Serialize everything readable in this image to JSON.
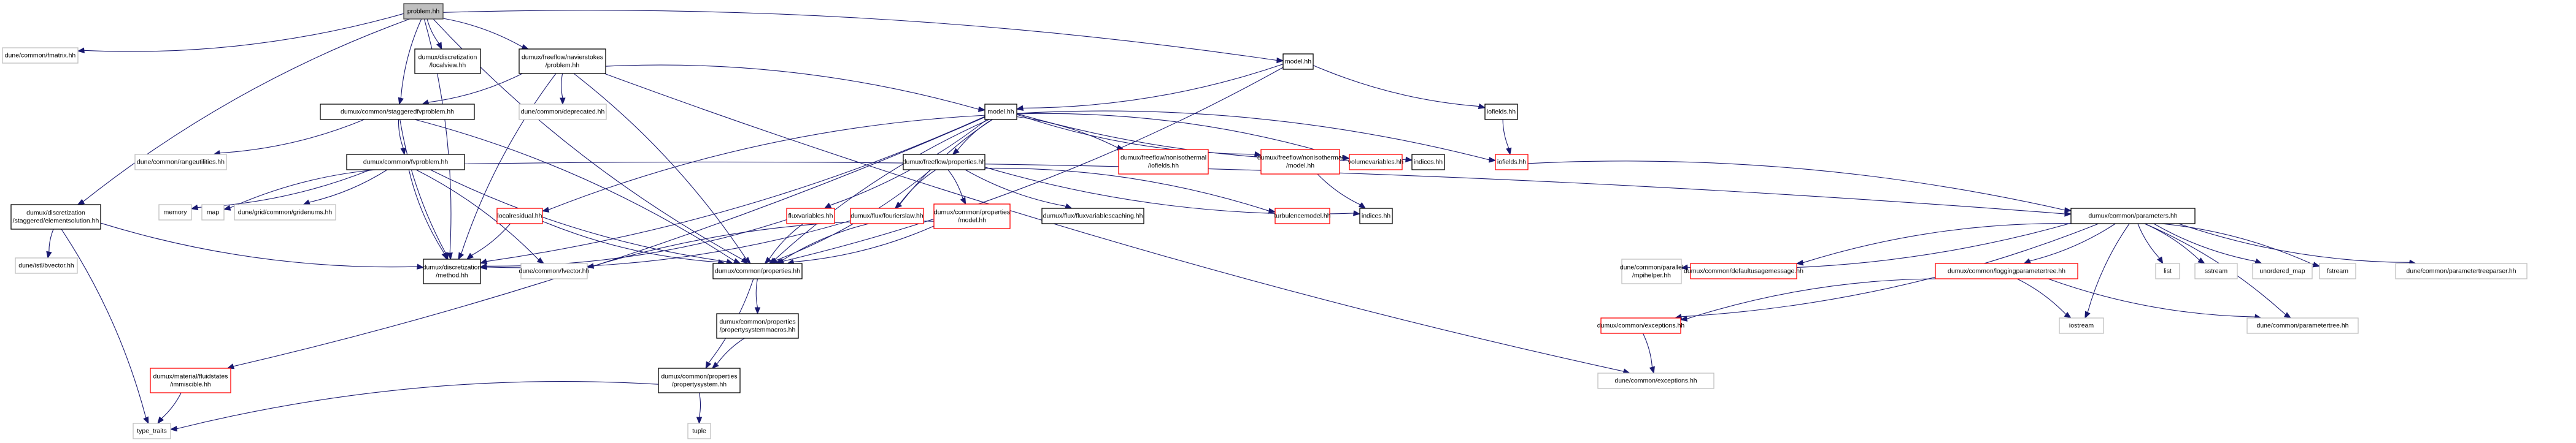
{
  "graph": {
    "title": "problem.hh",
    "colors": {
      "edge": "#191970",
      "current_fill": "#bfbfbf",
      "internal_border": "#000000",
      "external_border": "#bfbfbf",
      "missing_border": "#ff0000"
    },
    "nodes": [
      {
        "id": "problem",
        "kind": "current",
        "lines": [
          "problem.hh"
        ]
      },
      {
        "id": "fmatrix",
        "kind": "external",
        "lines": [
          "dune/common/fmatrix.hh"
        ]
      },
      {
        "id": "localview",
        "kind": "internal",
        "lines": [
          "dumux/discretization",
          "/localview.hh"
        ]
      },
      {
        "id": "nsproblem",
        "kind": "internal",
        "lines": [
          "dumux/freeflow/navierstokes",
          "/problem.hh"
        ]
      },
      {
        "id": "staggeredfv",
        "kind": "internal",
        "lines": [
          "dumux/common/staggeredfvproblem.hh"
        ]
      },
      {
        "id": "deprecated",
        "kind": "external",
        "lines": [
          "dune/common/deprecated.hh"
        ]
      },
      {
        "id": "model_top",
        "kind": "internal",
        "lines": [
          "model.hh"
        ]
      },
      {
        "id": "model_mid",
        "kind": "internal",
        "lines": [
          "model.hh"
        ]
      },
      {
        "id": "iofields_black",
        "kind": "internal",
        "lines": [
          "iofields.hh"
        ]
      },
      {
        "id": "rangeutilities",
        "kind": "external",
        "lines": [
          "dune/common/rangeutilities.hh"
        ]
      },
      {
        "id": "fvproblem",
        "kind": "internal",
        "lines": [
          "dumux/common/fvproblem.hh"
        ]
      },
      {
        "id": "ffproperties",
        "kind": "internal",
        "lines": [
          "dumux/freeflow/properties.hh"
        ]
      },
      {
        "id": "noniso_iofields",
        "kind": "missing",
        "lines": [
          "dumux/freeflow/nonisothermal",
          "/iofields.hh"
        ]
      },
      {
        "id": "noniso_model",
        "kind": "missing",
        "lines": [
          "dumux/freeflow/nonisothermal",
          "/model.hh"
        ]
      },
      {
        "id": "volumevariables",
        "kind": "missing",
        "lines": [
          "volumevariables.hh"
        ]
      },
      {
        "id": "indices_top",
        "kind": "internal",
        "lines": [
          "indices.hh"
        ]
      },
      {
        "id": "iofields_red",
        "kind": "missing",
        "lines": [
          "iofields.hh"
        ]
      },
      {
        "id": "elementsolution",
        "kind": "internal",
        "lines": [
          "dumux/discretization",
          "/staggered/elementsolution.hh"
        ]
      },
      {
        "id": "memory",
        "kind": "external",
        "lines": [
          "memory"
        ]
      },
      {
        "id": "map",
        "kind": "external",
        "lines": [
          "map"
        ]
      },
      {
        "id": "gridenums",
        "kind": "external",
        "lines": [
          "dune/grid/common/gridenums.hh"
        ]
      },
      {
        "id": "localresidual",
        "kind": "missing",
        "lines": [
          "localresidual.hh"
        ]
      },
      {
        "id": "fluxvariables",
        "kind": "missing",
        "lines": [
          "fluxvariables.hh"
        ]
      },
      {
        "id": "fourierslaw",
        "kind": "missing",
        "lines": [
          "dumux/flux/fourierslaw.hh"
        ]
      },
      {
        "id": "propmodel",
        "kind": "missing",
        "lines": [
          "dumux/common/properties",
          "/model.hh"
        ]
      },
      {
        "id": "fluxvarcaching",
        "kind": "internal",
        "lines": [
          "dumux/flux/fluxvariablescaching.hh"
        ]
      },
      {
        "id": "turbulencemodel",
        "kind": "missing",
        "lines": [
          "turbulencemodel.hh"
        ]
      },
      {
        "id": "indices_mid",
        "kind": "internal",
        "lines": [
          "indices.hh"
        ]
      },
      {
        "id": "parameters",
        "kind": "internal",
        "lines": [
          "dumux/common/parameters.hh"
        ]
      },
      {
        "id": "bvector",
        "kind": "external",
        "lines": [
          "dune/istl/bvector.hh"
        ]
      },
      {
        "id": "method",
        "kind": "internal",
        "lines": [
          "dumux/discretization",
          "/method.hh"
        ]
      },
      {
        "id": "fvector",
        "kind": "external",
        "lines": [
          "dune/common/fvector.hh"
        ]
      },
      {
        "id": "properties",
        "kind": "internal",
        "lines": [
          "dumux/common/properties.hh"
        ]
      },
      {
        "id": "mpihelper",
        "kind": "external",
        "lines": [
          "dune/common/parallel",
          "/mpihelper.hh"
        ]
      },
      {
        "id": "defaultusage",
        "kind": "missing",
        "lines": [
          "dumux/common/defaultusagemessage.hh"
        ]
      },
      {
        "id": "loggingpt",
        "kind": "missing",
        "lines": [
          "dumux/common/loggingparametertree.hh"
        ]
      },
      {
        "id": "list",
        "kind": "external",
        "lines": [
          "list"
        ]
      },
      {
        "id": "sstream",
        "kind": "external",
        "lines": [
          "sstream"
        ]
      },
      {
        "id": "unordered_map",
        "kind": "external",
        "lines": [
          "unordered_map"
        ]
      },
      {
        "id": "fstream",
        "kind": "external",
        "lines": [
          "fstream"
        ]
      },
      {
        "id": "ptparser",
        "kind": "external",
        "lines": [
          "dune/common/parametertreeparser.hh"
        ]
      },
      {
        "id": "dumux_exceptions",
        "kind": "missing",
        "lines": [
          "dumux/common/exceptions.hh"
        ]
      },
      {
        "id": "iostream",
        "kind": "external",
        "lines": [
          "iostream"
        ]
      },
      {
        "id": "parametertree",
        "kind": "external",
        "lines": [
          "dune/common/parametertree.hh"
        ]
      },
      {
        "id": "propsysmacros",
        "kind": "internal",
        "lines": [
          "dumux/common/properties",
          "/propertysystemmacros.hh"
        ]
      },
      {
        "id": "propsystem",
        "kind": "internal",
        "lines": [
          "dumux/common/properties",
          "/propertysystem.hh"
        ]
      },
      {
        "id": "immiscible",
        "kind": "missing",
        "lines": [
          "dumux/material/fluidstates",
          "/immiscible.hh"
        ]
      },
      {
        "id": "type_traits",
        "kind": "external",
        "lines": [
          "type_traits"
        ]
      },
      {
        "id": "tuple",
        "kind": "external",
        "lines": [
          "tuple"
        ]
      },
      {
        "id": "dune_exceptions",
        "kind": "external",
        "lines": [
          "dune/common/exceptions.hh"
        ]
      }
    ],
    "edges": [
      [
        "problem",
        "fmatrix"
      ],
      [
        "problem",
        "localview"
      ],
      [
        "problem",
        "nsproblem"
      ],
      [
        "problem",
        "staggeredfv"
      ],
      [
        "problem",
        "model_top"
      ],
      [
        "problem",
        "elementsolution"
      ],
      [
        "problem",
        "method"
      ],
      [
        "problem",
        "properties"
      ],
      [
        "nsproblem",
        "staggeredfv"
      ],
      [
        "nsproblem",
        "deprecated"
      ],
      [
        "nsproblem",
        "model_mid"
      ],
      [
        "nsproblem",
        "method"
      ],
      [
        "nsproblem",
        "properties"
      ],
      [
        "nsproblem",
        "dune_exceptions"
      ],
      [
        "staggeredfv",
        "rangeutilities"
      ],
      [
        "staggeredfv",
        "fvproblem"
      ],
      [
        "staggeredfv",
        "properties"
      ],
      [
        "staggeredfv",
        "method"
      ],
      [
        "model_top",
        "model_mid"
      ],
      [
        "model_top",
        "iofields_black"
      ],
      [
        "model_top",
        "properties"
      ],
      [
        "iofields_black",
        "iofields_red"
      ],
      [
        "fvproblem",
        "memory"
      ],
      [
        "fvproblem",
        "map"
      ],
      [
        "fvproblem",
        "gridenums"
      ],
      [
        "fvproblem",
        "method"
      ],
      [
        "fvproblem",
        "fvector"
      ],
      [
        "fvproblem",
        "properties"
      ],
      [
        "fvproblem",
        "parameters"
      ],
      [
        "model_mid",
        "ffproperties"
      ],
      [
        "model_mid",
        "noniso_iofields"
      ],
      [
        "model_mid",
        "noniso_model"
      ],
      [
        "model_mid",
        "volumevariables"
      ],
      [
        "model_mid",
        "indices_top"
      ],
      [
        "model_mid",
        "iofields_red"
      ],
      [
        "model_mid",
        "localresidual"
      ],
      [
        "model_mid",
        "fluxvariables"
      ],
      [
        "model_mid",
        "fourierslaw"
      ],
      [
        "model_mid",
        "method"
      ],
      [
        "model_mid",
        "properties"
      ],
      [
        "model_mid",
        "immiscible"
      ],
      [
        "ffproperties",
        "fourierslaw"
      ],
      [
        "ffproperties",
        "propmodel"
      ],
      [
        "ffproperties",
        "fluxvarcaching"
      ],
      [
        "ffproperties",
        "turbulencemodel"
      ],
      [
        "ffproperties",
        "indices_mid"
      ],
      [
        "ffproperties",
        "properties"
      ],
      [
        "noniso_model",
        "indices_mid"
      ],
      [
        "iofields_red",
        "parameters"
      ],
      [
        "elementsolution",
        "bvector"
      ],
      [
        "elementsolution",
        "type_traits"
      ],
      [
        "elementsolution",
        "method"
      ],
      [
        "localresidual",
        "method"
      ],
      [
        "localresidual",
        "properties"
      ],
      [
        "fluxvariables",
        "method"
      ],
      [
        "fluxvariables",
        "properties"
      ],
      [
        "fourierslaw",
        "method"
      ],
      [
        "fourierslaw",
        "properties"
      ],
      [
        "propmodel",
        "properties"
      ],
      [
        "propmodel",
        "fvector"
      ],
      [
        "parameters",
        "mpihelper"
      ],
      [
        "parameters",
        "defaultusage"
      ],
      [
        "parameters",
        "loggingpt"
      ],
      [
        "parameters",
        "list"
      ],
      [
        "parameters",
        "sstream"
      ],
      [
        "parameters",
        "unordered_map"
      ],
      [
        "parameters",
        "fstream"
      ],
      [
        "parameters",
        "ptparser"
      ],
      [
        "parameters",
        "dumux_exceptions"
      ],
      [
        "parameters",
        "iostream"
      ],
      [
        "parameters",
        "parametertree"
      ],
      [
        "loggingpt",
        "dumux_exceptions"
      ],
      [
        "loggingpt",
        "iostream"
      ],
      [
        "loggingpt",
        "parametertree"
      ],
      [
        "dumux_exceptions",
        "dune_exceptions"
      ],
      [
        "properties",
        "propsysmacros"
      ],
      [
        "properties",
        "propsystem"
      ],
      [
        "propsysmacros",
        "propsystem"
      ],
      [
        "propsystem",
        "tuple"
      ],
      [
        "propsystem",
        "type_traits"
      ],
      [
        "immiscible",
        "type_traits"
      ]
    ]
  }
}
